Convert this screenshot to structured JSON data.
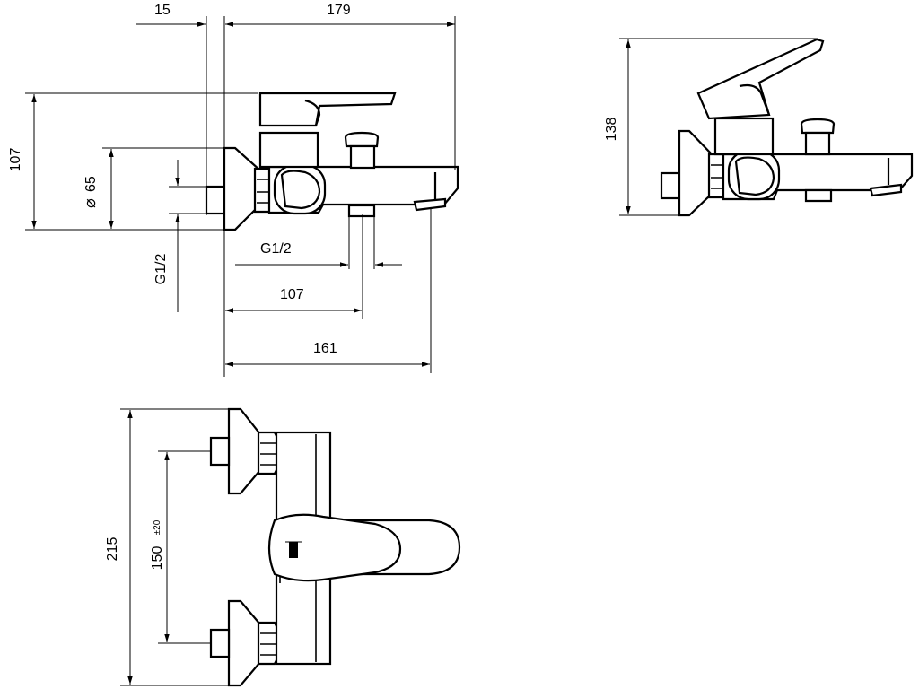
{
  "dimensions": {
    "wall_offset": "15",
    "total_length": "179",
    "height_front": "107",
    "rosette_diameter": "65",
    "diameter_symbol": "⌀",
    "inlet_thread": "G1/2",
    "outlet_thread": "G1/2",
    "outlet_distance": "107",
    "spout_projection": "161",
    "height_side": "138",
    "overall_width": "215",
    "inlet_spacing": "150",
    "inlet_spacing_tolerance": "±20"
  },
  "colors": {
    "line": "#000000",
    "background": "#ffffff"
  }
}
